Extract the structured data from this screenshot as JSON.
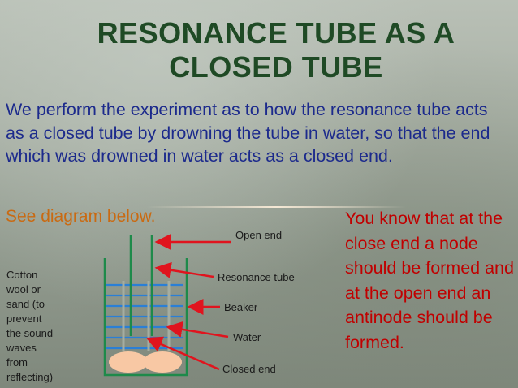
{
  "slide": {
    "title_line1": "RESONANCE TUBE AS A",
    "title_line2": "CLOSED TUBE",
    "intro": "We perform the experiment as to how the resonance tube acts as a closed tube by drowning  the tube in water, so that the end which was drowned in water acts as a closed end.",
    "see_diagram": "See diagram below.",
    "note": "You know that at the close end a node should be formed and at the open end an antinode should be formed."
  },
  "diagram": {
    "labels": {
      "open_end": "Open end",
      "resonance_tube": "Resonance tube",
      "beaker": "Beaker",
      "water": "Water",
      "closed_end": "Closed end"
    },
    "cotton_lines": [
      "Cotton",
      "wool or",
      "sand (to",
      "prevent",
      "the sound",
      "waves",
      "from",
      "reflecting)"
    ]
  },
  "colors": {
    "title": "#1f4a25",
    "body_text": "#1c2a8c",
    "accent_orange": "#c96a12",
    "note_red": "#c00000",
    "arrow_red": "#e0141e",
    "tube_green": "#1e8a4a",
    "water_blue": "#2a7fd6",
    "cotton_fill": "#f8c8a4"
  }
}
